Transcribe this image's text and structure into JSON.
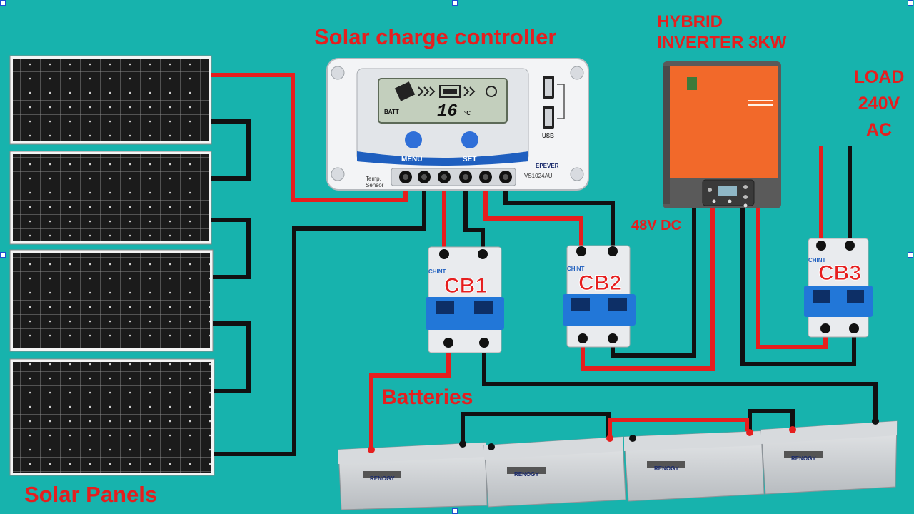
{
  "labels": {
    "controller_title": "Solar charge controller",
    "inverter_line1": "HYBRID",
    "inverter_line2": "INVERTER 3KW",
    "load_line1": "LOAD",
    "load_line2": "240V",
    "load_line3": "AC",
    "dc_voltage": "48V DC",
    "batteries": "Batteries",
    "solar_panels": "Solar Panels"
  },
  "breakers": [
    {
      "label": "CB1",
      "brand": "CHINT"
    },
    {
      "label": "CB2",
      "brand": "CHINT"
    },
    {
      "label": "CB3",
      "brand": "CHINT"
    }
  ],
  "controller": {
    "display_value": "16",
    "display_unit": "°C",
    "batt_label": "BATT",
    "menu_label": "MENU",
    "set_label": "SET",
    "usb_label": "USB",
    "temp_label": "Temp. Sensor",
    "brand": "EPEVER",
    "model": "VS1024AU"
  },
  "battery_brand": "RENOGY",
  "panel_count": 4,
  "battery_count": 4,
  "colors": {
    "background": "#17b3ad",
    "label_red": "#e61e1e",
    "wire_red": "#e61e1e",
    "wire_black": "#111111",
    "inverter_orange": "#f2692a",
    "inverter_gray": "#5a5a5a",
    "breaker_blue": "#2277d8"
  }
}
